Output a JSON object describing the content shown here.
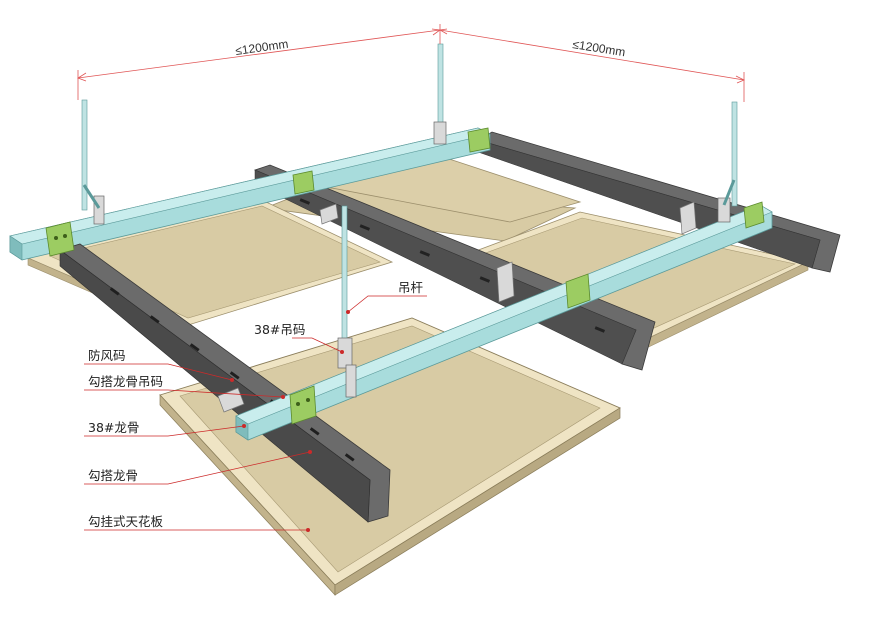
{
  "dimensions": {
    "left": "≤1200mm",
    "right": "≤1200mm"
  },
  "labels": {
    "hanger_rod": "吊杆",
    "clip_38": "38#吊码",
    "wind_clip": "防风码",
    "hook_keel_clip": "勾搭龙骨吊码",
    "keel_38": "38#龙骨",
    "hook_keel": "勾搭龙骨",
    "ceiling_panel": "勾挂式天花板"
  },
  "colors": {
    "panel_face": "#d8cba4",
    "panel_edge": "#efe4c4",
    "panel_side": "#c2b38c",
    "keel_38": "#a8dcdc",
    "keel_38_dark": "#7fbcbc",
    "hook_keel": "#6b6b6b",
    "hook_keel_dark": "#4a4a4a",
    "clip_green": "#9ccc62",
    "rod": "#bfe3e3",
    "dim_line": "#e05555",
    "leader": "#cc2a2a"
  }
}
